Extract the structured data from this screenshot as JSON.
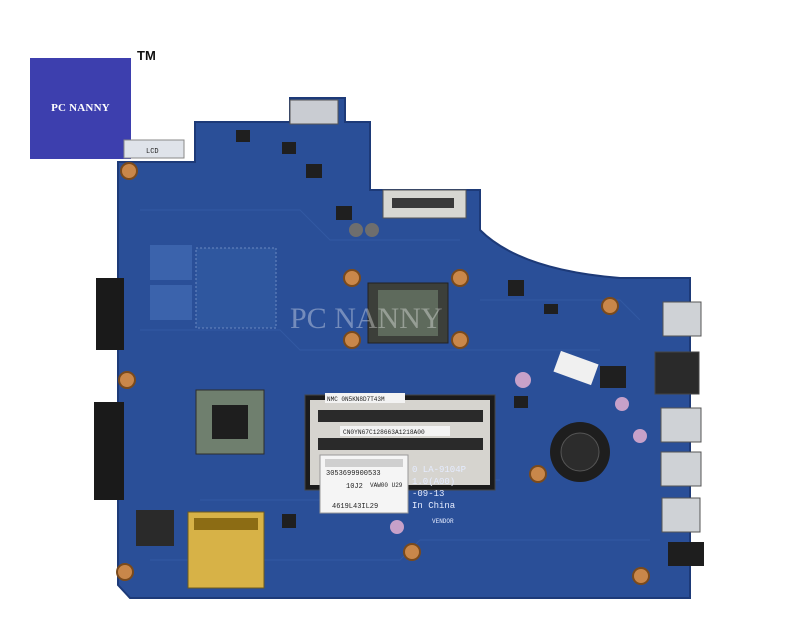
{
  "logo": {
    "text": "PC NANNY",
    "trademark": "TM"
  },
  "watermark": "PC NANNY",
  "board": {
    "color": "#2a4f98",
    "sticker_ram_slot_1": "NMC 0N5KN8D7T43M",
    "sticker_ram_slot_2": "CN0YN67C128663A1218A00",
    "serial_label": {
      "line1": "3053699900533",
      "line2": "10J2",
      "line3": "4619L43IL29",
      "side": "VAW00 U29"
    },
    "silkscreen": {
      "model": "0 LA-9104P",
      "rev": "1.0(A00)",
      "date": "-09-13",
      "origin": "In China",
      "vendor": "VENDOR",
      "small_label": "LCD"
    }
  }
}
